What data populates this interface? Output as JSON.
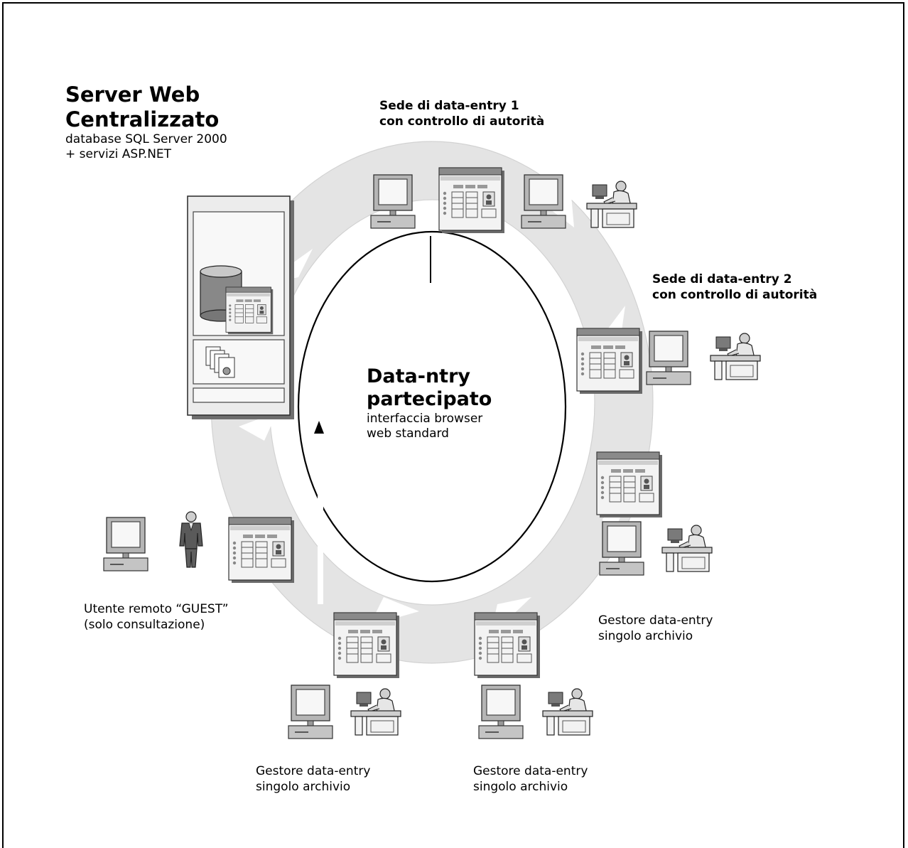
{
  "server": {
    "title_line1": "Server Web",
    "title_line2": "Centralizzato",
    "desc_line1": "database SQL Server 2000",
    "desc_line2": "+ servizi ASP.NET"
  },
  "sites": {
    "site1": {
      "line1": "Sede di data-entry 1",
      "line2": "con controllo di autorità"
    },
    "site2": {
      "line1": "Sede di data-entry 2",
      "line2": "con controllo di autorità"
    }
  },
  "center": {
    "title_line1": "Data-ntry",
    "title_line2": "partecipato",
    "desc_line1": "interfaccia browser",
    "desc_line2": "web standard"
  },
  "guest": {
    "line1": "Utente remoto “GUEST”",
    "line2": "(solo consultazione)"
  },
  "managers": [
    {
      "line1": "Gestore data-entry",
      "line2": "singolo archivio"
    },
    {
      "line1": "Gestore data-entry",
      "line2": "singolo archivio"
    },
    {
      "line1": "Gestore data-entry",
      "line2": "singolo archivio"
    }
  ],
  "colors": {
    "ring": "#e4e4e4",
    "ring_edge": "#cfcfcf",
    "icon_dark": "#555555",
    "icon_mid": "#9a9a9a",
    "icon_light": "#d9d9d9"
  }
}
